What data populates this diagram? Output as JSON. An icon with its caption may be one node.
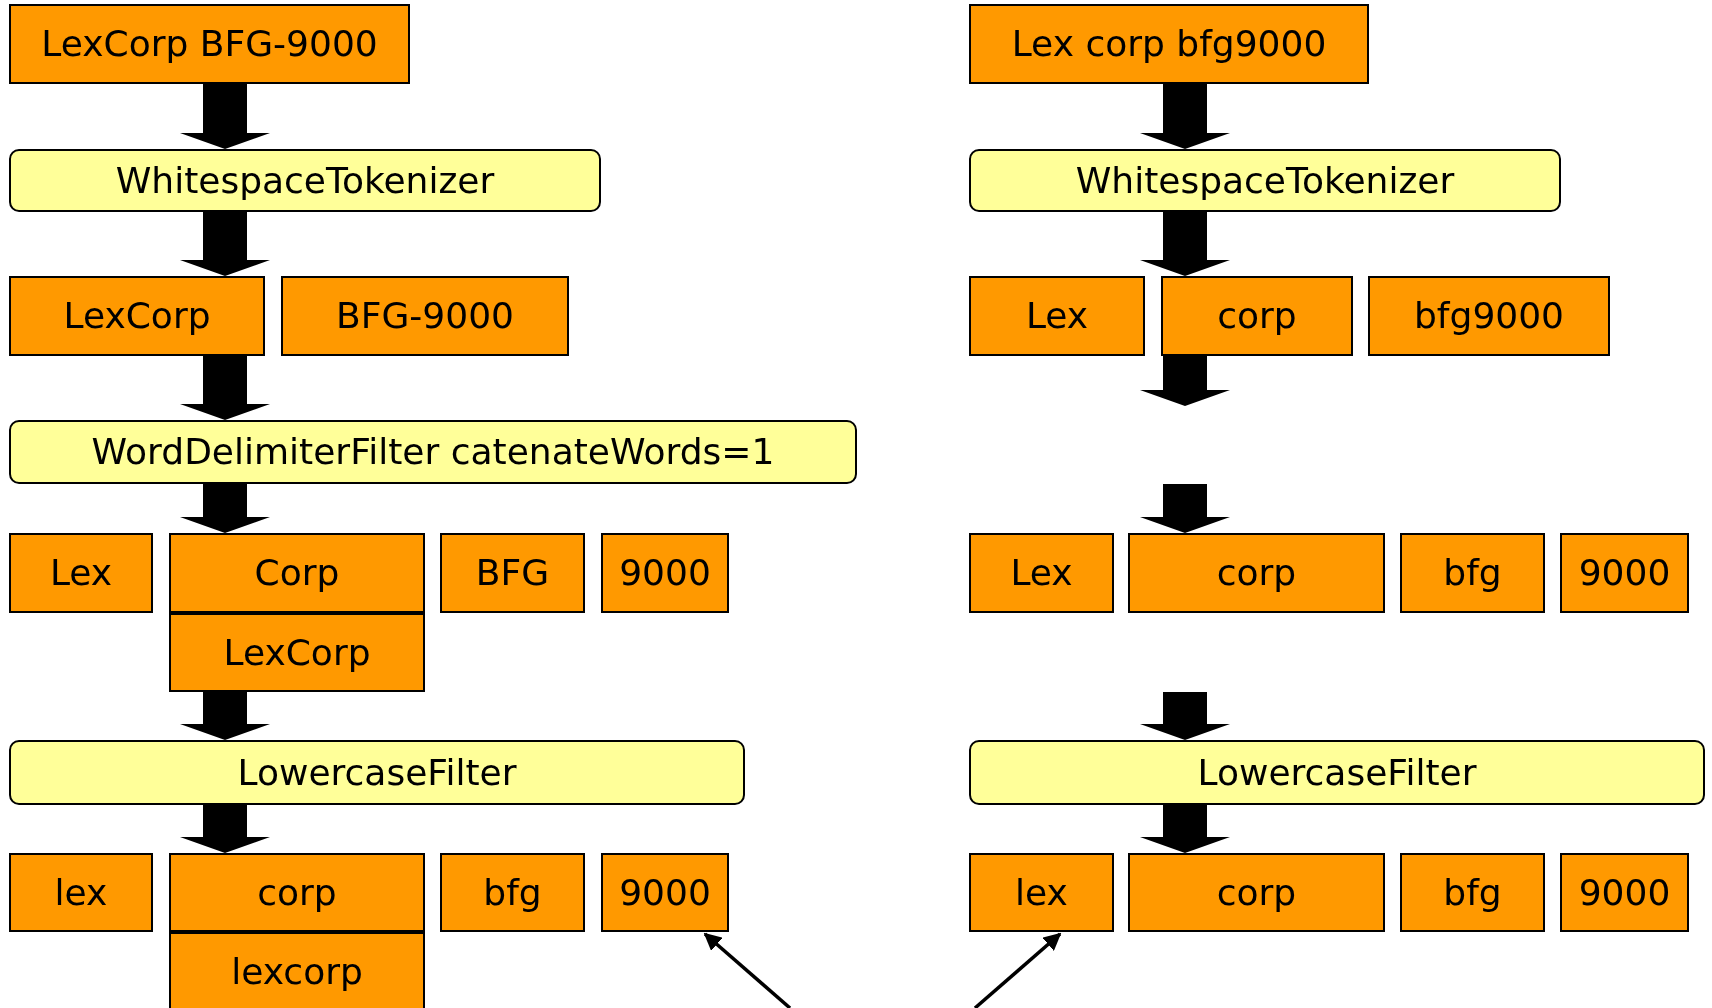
{
  "diagram": {
    "nodes": [
      {
        "text": [
          "LexCorp BFG-9000"
        ]
      },
      {
        "text": [
          "WhitespaceTokenizer"
        ]
      },
      {
        "text": [
          "LexCorp"
        ]
      },
      {
        "text": [
          "BFG-9000"
        ]
      },
      {
        "text": [
          "WordDelimiterFilter catenateWords=1"
        ]
      },
      {
        "text": [
          "Lex"
        ]
      },
      {
        "text": [
          "Corp"
        ]
      },
      {
        "text": [
          "BFG"
        ]
      },
      {
        "text": [
          "9000"
        ]
      },
      {
        "text": [
          "LexCorp"
        ]
      },
      {
        "text": [
          "LowercaseFilter"
        ]
      },
      {
        "text": [
          "lex"
        ]
      },
      {
        "text": [
          "corp"
        ]
      },
      {
        "text": [
          "bfg"
        ]
      },
      {
        "text": [
          "9000"
        ]
      },
      {
        "text": [
          "lexcorp"
        ]
      },
      {
        "text": [
          "Lex corp bfg9000"
        ]
      },
      {
        "text": [
          "WhitespaceTokenizer"
        ]
      },
      {
        "text": [
          "Lex"
        ]
      },
      {
        "text": [
          "corp"
        ]
      },
      {
        "text": [
          "bfg9000"
        ]
      },
      {
        "text": [
          "Lex"
        ]
      },
      {
        "text": [
          "corp"
        ]
      },
      {
        "text": [
          "bfg"
        ]
      },
      {
        "text": [
          "9000"
        ]
      },
      {
        "text": [
          "LowercaseFilter"
        ]
      },
      {
        "text": [
          "lex"
        ]
      },
      {
        "text": [
          "corp"
        ]
      },
      {
        "text": [
          "bfg"
        ]
      },
      {
        "text": [
          "9000"
        ]
      }
    ],
    "edges": [
      {
        "from": 0,
        "to": 1,
        "arrow": "to",
        "style": "thick"
      },
      {
        "from": 1,
        "to": 2,
        "arrow": "to",
        "style": "thick"
      },
      {
        "from": 2,
        "to": 4,
        "arrow": "to",
        "style": "thick"
      },
      {
        "from": 4,
        "to": 6,
        "arrow": "to",
        "style": "thick"
      },
      {
        "from": 9,
        "to": 10,
        "arrow": "to",
        "style": "thick"
      },
      {
        "from": 10,
        "to": 12,
        "arrow": "to",
        "style": "thick"
      },
      {
        "from": 16,
        "to": 17,
        "arrow": "to",
        "style": "thick"
      },
      {
        "from": 17,
        "to": 19,
        "arrow": "to",
        "style": "thick"
      },
      {
        "from": 19,
        "to": null,
        "arrow": "to",
        "style": "thick"
      },
      {
        "from": null,
        "to": 22,
        "arrow": "to",
        "style": "thick"
      },
      {
        "from": null,
        "to": 25,
        "arrow": "to",
        "style": "thick"
      },
      {
        "from": 25,
        "to": 27,
        "arrow": "to",
        "style": "thick"
      },
      {
        "from": null,
        "to": 14,
        "arrow": "to"
      },
      {
        "from": null,
        "to": 26,
        "arrow": "to"
      }
    ]
  }
}
